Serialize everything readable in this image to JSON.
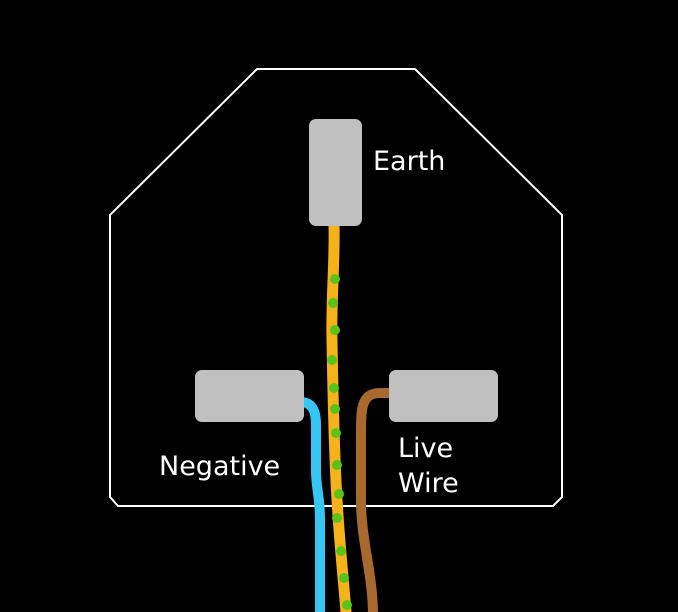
{
  "labels": {
    "earth": "Earth",
    "negative": "Negative",
    "live_line1": "Live",
    "live_line2": "Wire"
  },
  "colors": {
    "background": "#000000",
    "outline": "#ffffff",
    "pin": "#c0c0c0",
    "earth_wire": "#f5b21a",
    "earth_stripe": "#5bc21a",
    "neutral_wire": "#36c6f4",
    "live_wire": "#a8692f",
    "label_text": "#ffffff"
  }
}
